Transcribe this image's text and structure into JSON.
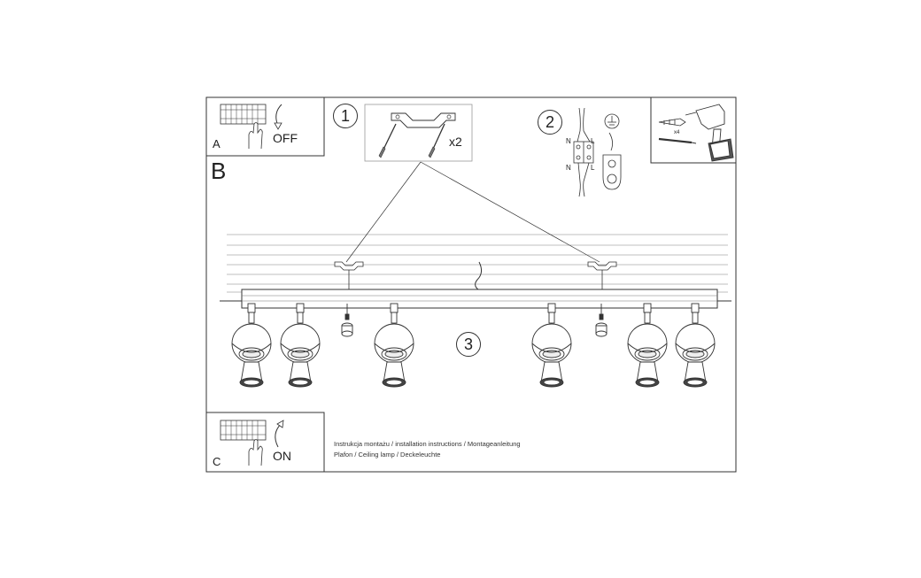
{
  "panels": {
    "a": {
      "letter": "A",
      "switch_label": "OFF"
    },
    "b": {
      "letter": "B"
    },
    "c": {
      "letter": "C",
      "switch_label": "ON"
    }
  },
  "steps": {
    "step1": {
      "number": "1",
      "multiplier": "x2"
    },
    "step2": {
      "number": "2",
      "n_top": "N",
      "l_top": "L",
      "n_bottom": "N",
      "l_bottom": "L"
    },
    "step3": {
      "number": "3"
    }
  },
  "tools": {
    "count": "x4"
  },
  "captions": {
    "line1": "Instrukcja montażu / installation instructions / Montageanleitung",
    "line2": "Plafon / Ceiling lamp / Deckeleuchte"
  },
  "icons": [
    "circuit-breaker-icon",
    "hand-icon",
    "arrow-down-icon",
    "arrow-up-icon",
    "ground-symbol-icon",
    "drill-icon",
    "screw-icon",
    "dowel-icon",
    "connector-icon",
    "bracket-icon",
    "spotlight-icon",
    "pendant-bulb-icon"
  ],
  "colors": {
    "line": "#333333",
    "ceiling": "#9a9a9a"
  }
}
